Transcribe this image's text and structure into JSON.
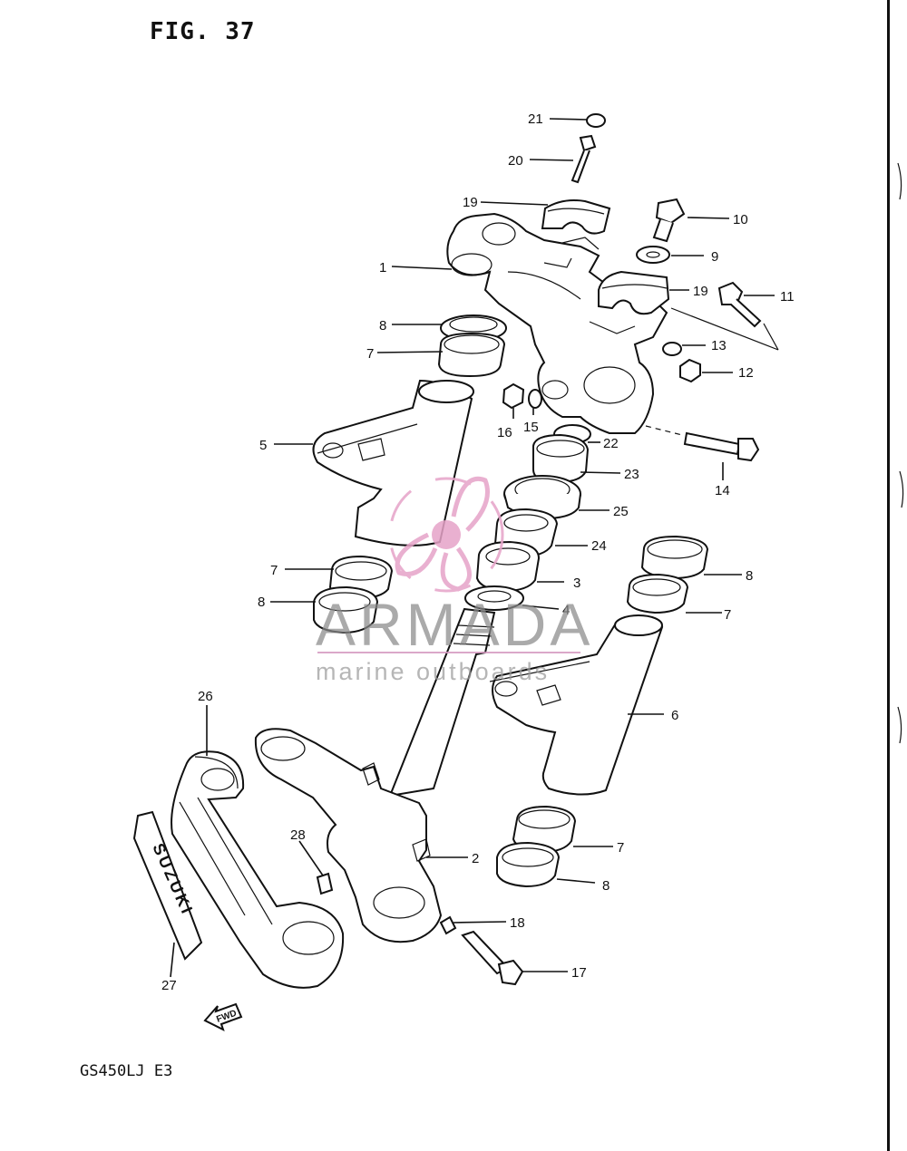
{
  "figure": {
    "title": "FIG. 37",
    "model_code": "GS450LJ E3"
  },
  "callouts": [
    {
      "id": "c21",
      "label": "21"
    },
    {
      "id": "c20",
      "label": "20"
    },
    {
      "id": "c19a",
      "label": "19"
    },
    {
      "id": "c10",
      "label": "10"
    },
    {
      "id": "c9",
      "label": "9"
    },
    {
      "id": "c1",
      "label": "1"
    },
    {
      "id": "c19b",
      "label": "19"
    },
    {
      "id": "c11",
      "label": "11"
    },
    {
      "id": "c8a",
      "label": "8"
    },
    {
      "id": "c13",
      "label": "13"
    },
    {
      "id": "c7a",
      "label": "7"
    },
    {
      "id": "c12",
      "label": "12"
    },
    {
      "id": "c16",
      "label": "16"
    },
    {
      "id": "c15",
      "label": "15"
    },
    {
      "id": "c5",
      "label": "5"
    },
    {
      "id": "c22",
      "label": "22"
    },
    {
      "id": "c14",
      "label": "14"
    },
    {
      "id": "c23",
      "label": "23"
    },
    {
      "id": "c25",
      "label": "25"
    },
    {
      "id": "c24",
      "label": "24"
    },
    {
      "id": "c7b",
      "label": "7"
    },
    {
      "id": "c8b",
      "label": "8"
    },
    {
      "id": "c3",
      "label": "3"
    },
    {
      "id": "c8c",
      "label": "8"
    },
    {
      "id": "c4",
      "label": "4"
    },
    {
      "id": "c7c",
      "label": "7"
    },
    {
      "id": "c6",
      "label": "6"
    },
    {
      "id": "c26",
      "label": "26"
    },
    {
      "id": "c28",
      "label": "28"
    },
    {
      "id": "c2",
      "label": "2"
    },
    {
      "id": "c7d",
      "label": "7"
    },
    {
      "id": "c8d",
      "label": "8"
    },
    {
      "id": "c18",
      "label": "18"
    },
    {
      "id": "c17",
      "label": "17"
    },
    {
      "id": "c27",
      "label": "27"
    }
  ],
  "emblem_text": "SUZUKI",
  "direction_tag": "FWD",
  "watermark": {
    "brand": "ARMADA",
    "tagline": "marine outboards",
    "logo_color": "#e6a3c8",
    "text_color": "#8a8a8a"
  }
}
